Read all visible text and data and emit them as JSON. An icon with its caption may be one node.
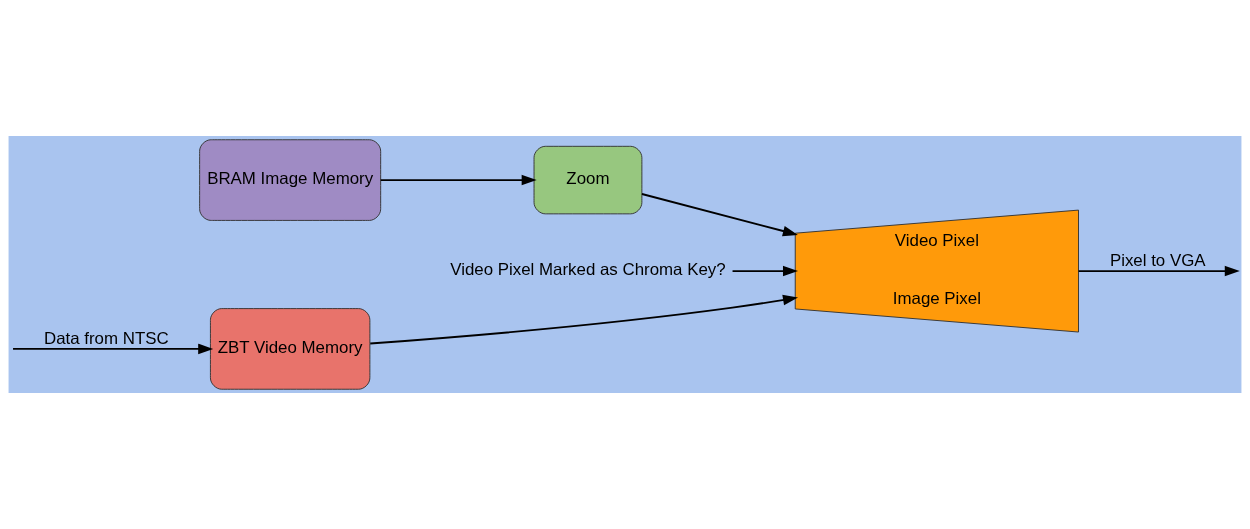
{
  "diagram": {
    "nodes": [
      {
        "text": [
          "ZBT Video Memory"
        ]
      },
      {
        "text": [
          "BRAM Image Memory"
        ]
      },
      {
        "text": [
          "Zoom"
        ]
      },
      {
        "text": [
          "Video Pixel",
          "Image Pixel"
        ]
      },
      {
        "text": [
          "Video Pixel Marked as Chroma Key?"
        ]
      }
    ],
    "edges": [
      {
        "from": null,
        "to": 0,
        "arrow": "to",
        "label": "Data from NTSC"
      },
      {
        "from": 0,
        "to": 3,
        "arrow": "to"
      },
      {
        "from": 1,
        "to": 2,
        "arrow": "to"
      },
      {
        "from": 2,
        "to": 3,
        "arrow": "to"
      },
      {
        "from": 4,
        "to": 3,
        "arrow": "to"
      },
      {
        "from": 3,
        "to": null,
        "arrow": "to",
        "label": "Pixel to VGA"
      }
    ]
  }
}
